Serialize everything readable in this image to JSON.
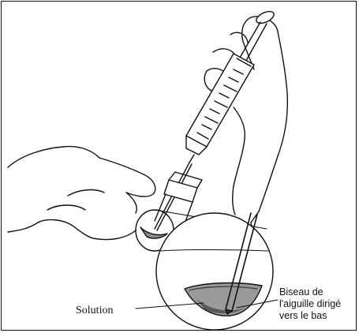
{
  "labels": {
    "solution": "Solution",
    "bevel_lines": [
      "Biseau de",
      "l'aiguille dirigé",
      "vers le bas"
    ]
  },
  "colors": {
    "outline": "#111111",
    "solution_fill": "#9a9a9a",
    "solution_dark": "#5a5a5a",
    "background": "#ffffff"
  }
}
